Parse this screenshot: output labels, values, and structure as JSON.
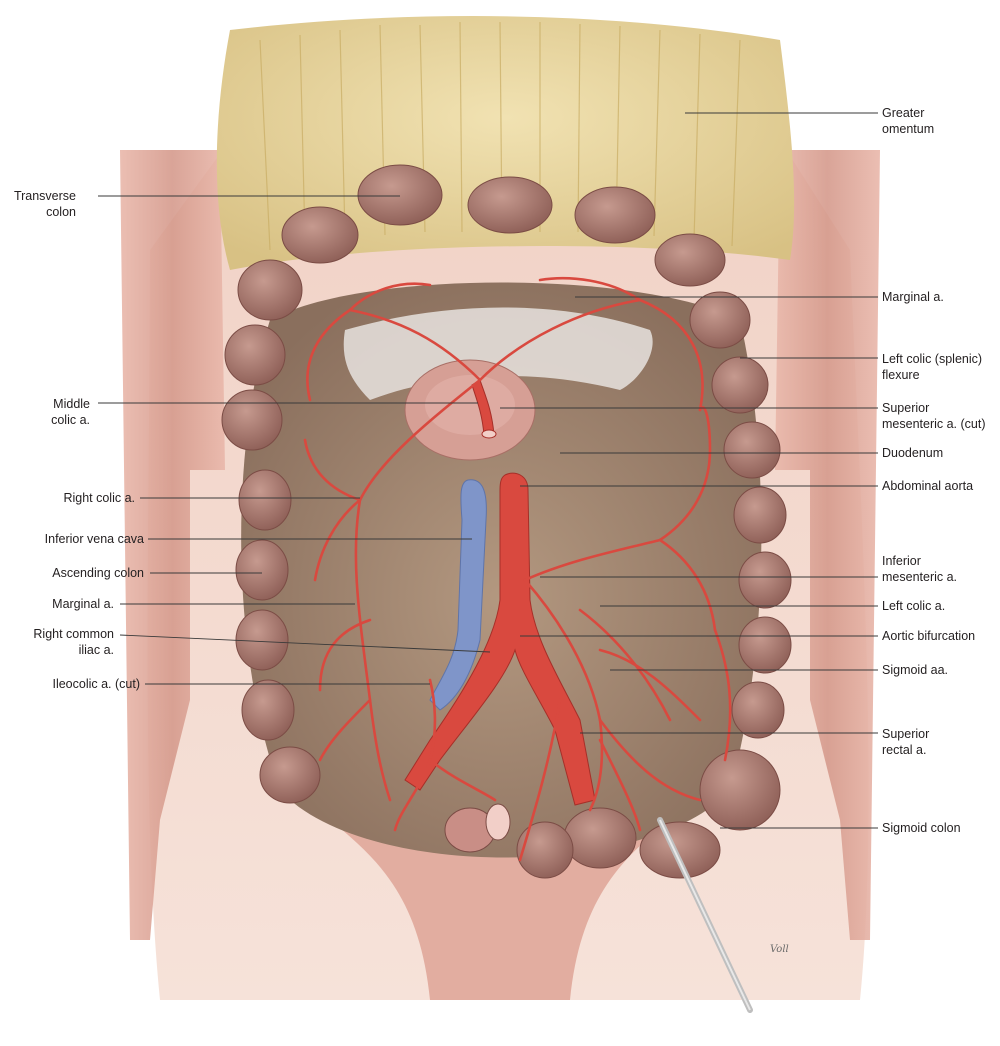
{
  "figure": {
    "artist_signature": "Voll",
    "labels_left": {
      "transverse_colon": [
        "Transverse",
        "colon"
      ],
      "middle_colic": [
        "Middle",
        "colic a."
      ],
      "right_colic": [
        "Right colic a."
      ],
      "ivc": [
        "Inferior vena cava"
      ],
      "ascending_colon": [
        "Ascending colon"
      ],
      "marginal_left": [
        "Marginal a."
      ],
      "right_common_iliac": [
        "Right common",
        "iliac a."
      ],
      "ileocolic": [
        "Ileocolic a. (cut)"
      ]
    },
    "labels_right": {
      "greater_omentum": [
        "Greater",
        "omentum"
      ],
      "marginal_right": [
        "Marginal a."
      ],
      "left_colic_flexure": [
        "Left colic (splenic)",
        "flexure"
      ],
      "sma": [
        "Superior",
        "mesenteric a. (cut)"
      ],
      "duodenum": [
        "Duodenum"
      ],
      "abdominal_aorta": [
        "Abdominal aorta"
      ],
      "ima": [
        "Inferior",
        "mesenteric a."
      ],
      "left_colic": [
        "Left colic a."
      ],
      "aortic_bifurcation": [
        "Aortic bifurcation"
      ],
      "sigmoid_aa": [
        "Sigmoid aa."
      ],
      "superior_rectal": [
        "Superior",
        "rectal a."
      ],
      "sigmoid_colon": [
        "Sigmoid colon"
      ]
    },
    "colors": {
      "artery": "#d9493f",
      "vein": "#7f95c9",
      "colon": "#a5746a",
      "muscle": "#dca79a",
      "omentum": "#e6d49a",
      "retroperitoneum": "#a68b74",
      "background": "#ffffff"
    }
  }
}
